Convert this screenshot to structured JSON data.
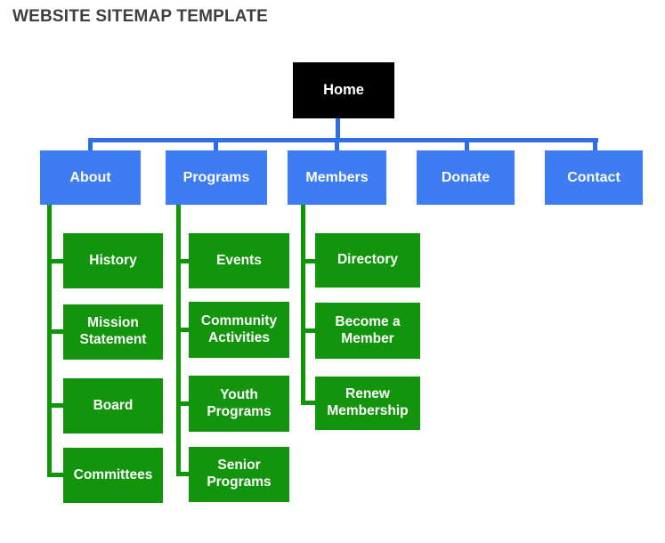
{
  "title": "WEBSITE SITEMAP TEMPLATE",
  "colors": {
    "root_box": "#000000",
    "level2_box": "#3d7cf2",
    "level3_box": "#12950c",
    "blue_connector": "#2e6fe8",
    "green_connector": "#0f9508",
    "box_text": "#ffffff",
    "title_text": "#3f3f3f",
    "background": "#ffffff"
  },
  "tree": {
    "root": {
      "label": "Home"
    },
    "level2": [
      {
        "label": "About",
        "children": [
          {
            "label": "History"
          },
          {
            "label": "Mission Statement"
          },
          {
            "label": "Board"
          },
          {
            "label": "Committees"
          }
        ]
      },
      {
        "label": "Programs",
        "children": [
          {
            "label": "Events"
          },
          {
            "label": "Community Activities"
          },
          {
            "label": "Youth Programs"
          },
          {
            "label": "Senior Programs"
          }
        ]
      },
      {
        "label": "Members",
        "children": [
          {
            "label": "Directory"
          },
          {
            "label": "Become a Member"
          },
          {
            "label": "Renew Membership"
          }
        ]
      },
      {
        "label": "Donate",
        "children": []
      },
      {
        "label": "Contact",
        "children": []
      }
    ]
  }
}
